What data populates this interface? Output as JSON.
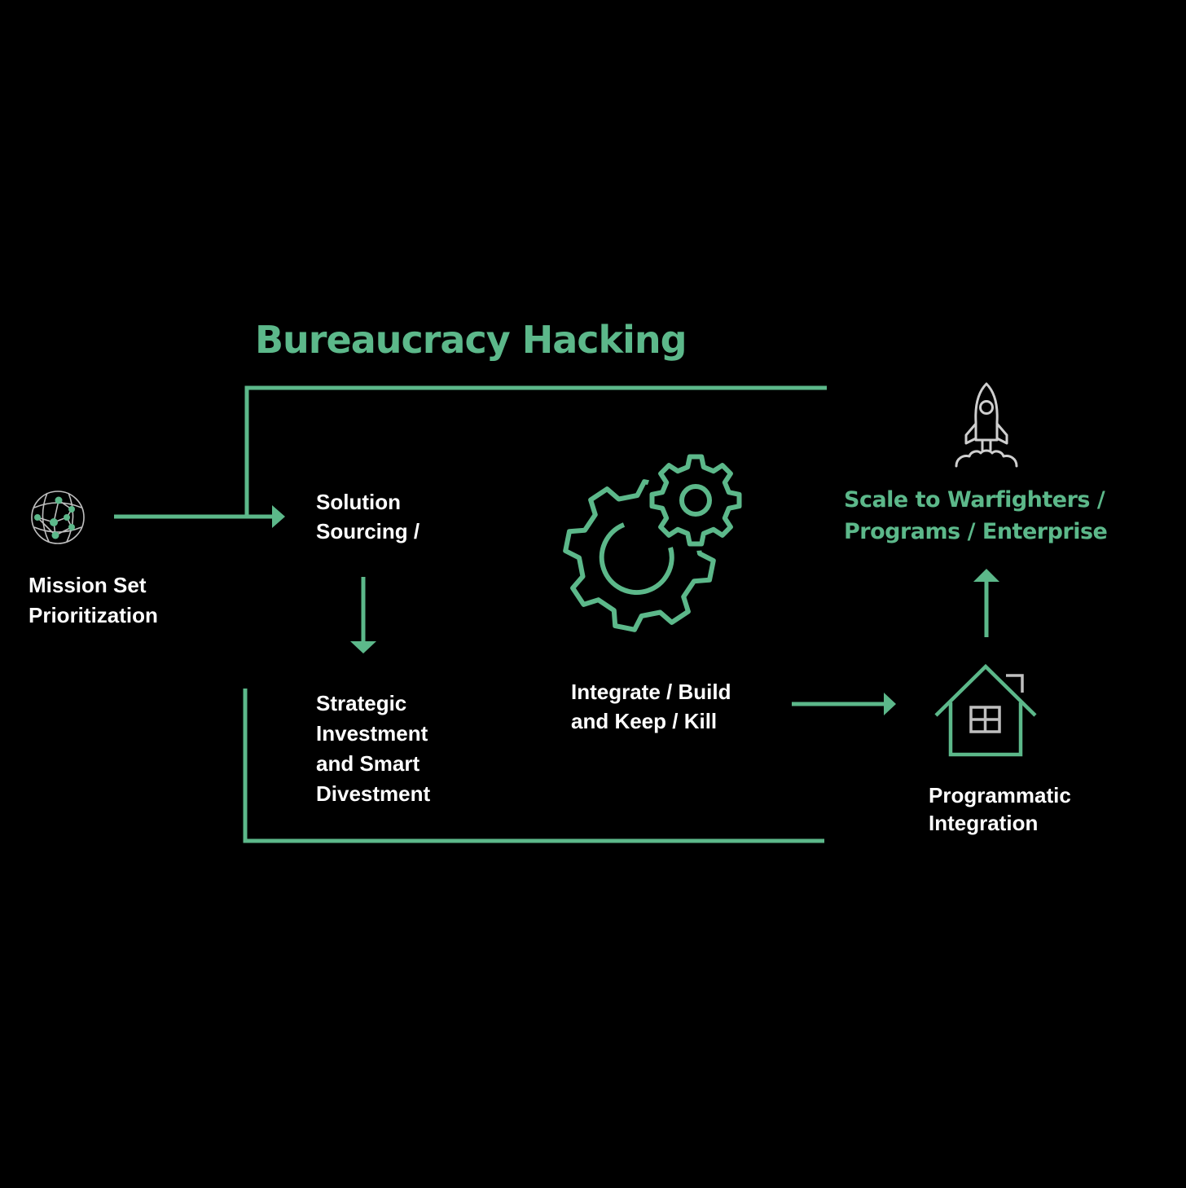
{
  "title": "Bureaucracy Hacking",
  "colors": {
    "background": "#000000",
    "accent": "#5cb88a",
    "text": "#ffffff"
  },
  "steps": {
    "mission": {
      "lines": [
        "Mission Set",
        "Prioritization"
      ],
      "icon": "network-globe-icon"
    },
    "sourcing": {
      "lines": [
        "Solution",
        "Sourcing /"
      ]
    },
    "strategic": {
      "lines": [
        "Strategic",
        "Investment",
        "and Smart",
        "Divestment"
      ]
    },
    "integrate": {
      "lines": [
        "Integrate / Build",
        "and Keep / Kill"
      ],
      "icon": "gears-icon"
    },
    "programmatic": {
      "lines": [
        "Programmatic",
        "Integration"
      ],
      "icon": "house-icon"
    },
    "scale": {
      "lines": [
        "Scale to Warfighters /",
        "Programs / Enterprise"
      ],
      "icon": "rocket-icon"
    }
  }
}
